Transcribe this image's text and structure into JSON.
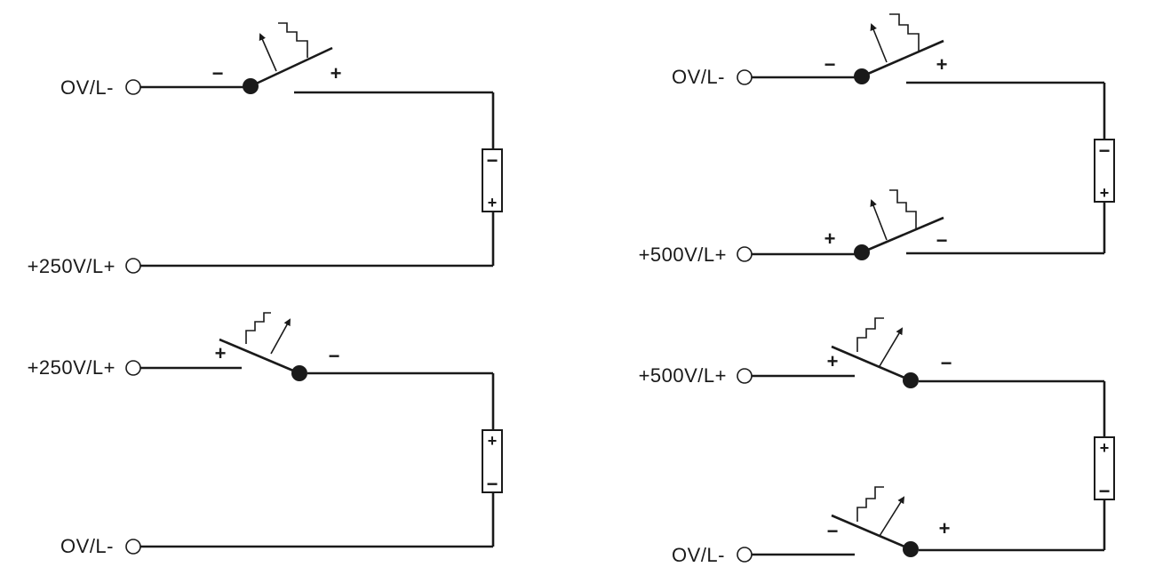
{
  "labels": {
    "c1_top": "OV/L-",
    "c1_bottom": "+250V/L+",
    "c2_top": "+250V/L+",
    "c2_bottom": "OV/L-",
    "c3_top": "OV/L-",
    "c3_bottom": "+500V/L+",
    "c4_top": "+500V/L+",
    "c4_bottom": "OV/L-"
  },
  "polarity": {
    "plus": "+",
    "minus": "−"
  }
}
